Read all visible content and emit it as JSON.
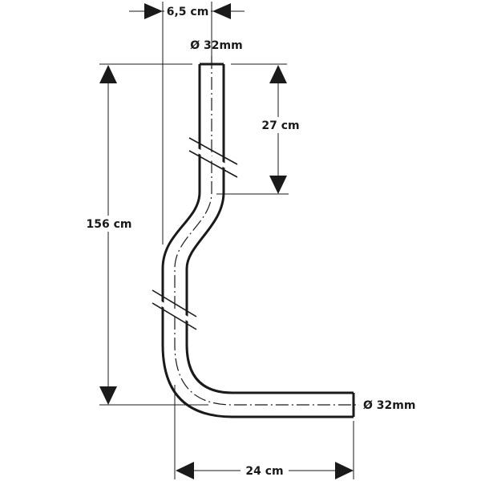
{
  "labels": {
    "offset": "6,5 cm",
    "diameter_top": "Ø 32mm",
    "top_length": "27 cm",
    "total_height": "156 cm",
    "diameter_outlet": "Ø 32mm",
    "outlet_length": "24 cm"
  },
  "colors": {
    "line": "#1a1a1a",
    "background": "#ffffff"
  }
}
